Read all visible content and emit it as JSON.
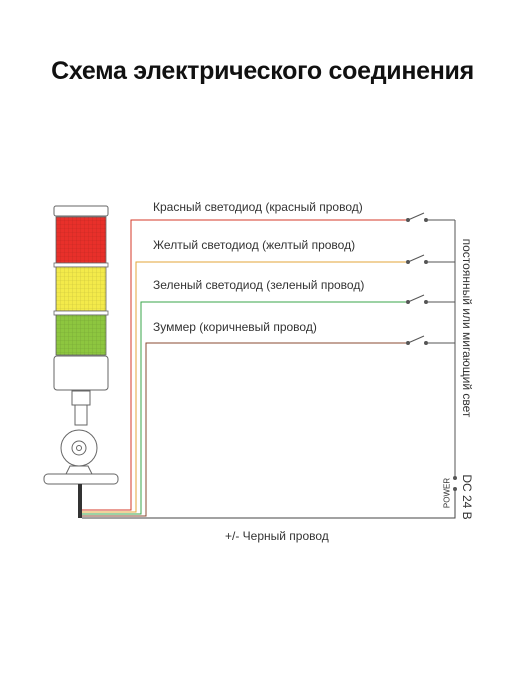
{
  "title": "Схема электрического соединения",
  "wires": [
    {
      "label": "Красный светодиод (красный провод)",
      "color": "#d63a2a"
    },
    {
      "label": "Желтый светодиод (желтый провод)",
      "color": "#e3a53a"
    },
    {
      "label": "Зеленый светодиод (зеленый провод)",
      "color": "#3aa64a"
    },
    {
      "label": "Зуммер (коричневый провод)",
      "color": "#8a4a30"
    }
  ],
  "black_wire": {
    "label": "+/- Черный провод",
    "color": "#444444"
  },
  "mode_label": "постоянный или мигающий свет",
  "power": {
    "voltage": "DC 24 В",
    "label": "POWER"
  },
  "lamp_colors": {
    "red": "#e8302a",
    "yellow": "#f3ea4a",
    "green": "#8dc63f"
  }
}
